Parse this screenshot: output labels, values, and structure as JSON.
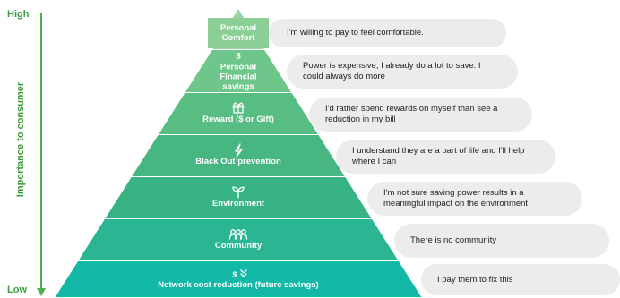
{
  "axis": {
    "high_label": "High",
    "low_label": "Low",
    "title": "Importance to consumer"
  },
  "layers": [
    {
      "label": "Personal Comfort",
      "icon": "none",
      "color": "#8bcf96",
      "quote": "I'm willing to pay to feel comfortable."
    },
    {
      "label": "Personal Financial savings",
      "icon": "dollar-icon",
      "icon_text": "$",
      "color": "#6fc68a",
      "quote": "Power is expensive, I already do a lot to save. I could always do more"
    },
    {
      "label": "Reward ($ or Gift)",
      "icon": "gift-icon",
      "color": "#57bd82",
      "quote": "I'd rather spend rewards on myself than see a reduction in my bill"
    },
    {
      "label": "Black Out prevention",
      "icon": "lightning-icon",
      "color": "#47b681",
      "quote": "I understand they are a part of life and I'll help where I can"
    },
    {
      "label": "Environment",
      "icon": "sprout-icon",
      "color": "#38b384",
      "quote": "I'm not sure saving power results in a meaningful impact on the environment"
    },
    {
      "label": "Community",
      "icon": "people-icon",
      "color": "#2bb592",
      "quote": "There is no community"
    },
    {
      "label": "Network cost reduction (future savings)",
      "icon": "dollar-down-icon",
      "icon_text": "$",
      "color": "#14b8a6",
      "quote": "I pay them to fix this"
    }
  ]
}
